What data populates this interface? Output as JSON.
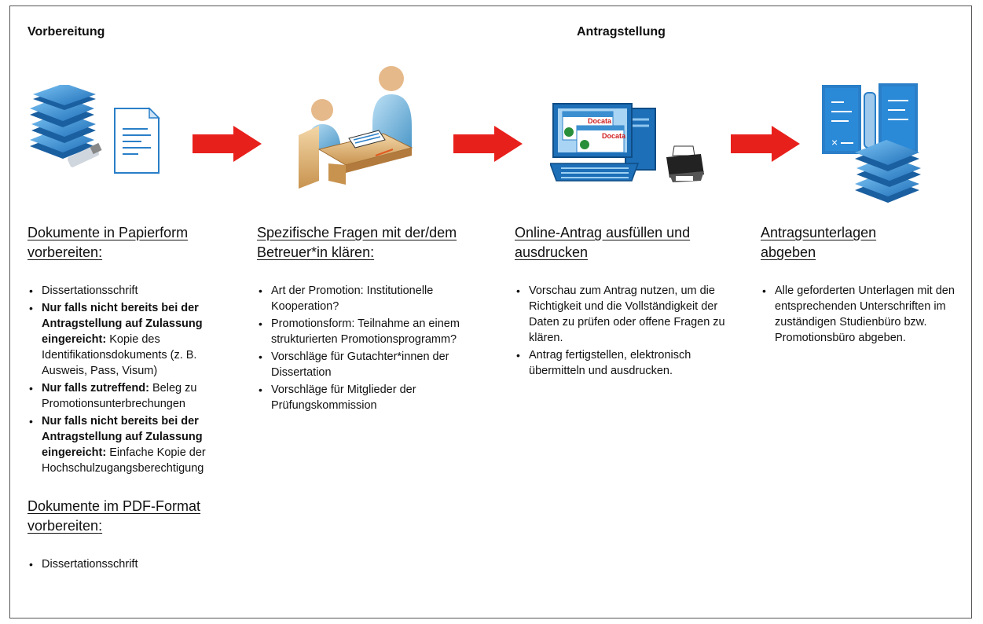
{
  "headings": {
    "left": "Vorbereitung",
    "center": "Antragstellung"
  },
  "steps": [
    {
      "title": "Dokumente in Papierform vorbereiten",
      "title_suffix": ":",
      "items": [
        {
          "bold": "",
          "text": "Dissertationsschrift"
        },
        {
          "bold": "Nur falls nicht bereits bei der Antragstellung auf Zulassung eingereicht:",
          "text": " Kopie des Identifikationsdokuments (z. B. Ausweis, Pass, Visum)"
        },
        {
          "bold": "Nur falls zutreffend:",
          "text": " Beleg zu Promotionsunterbrechungen"
        },
        {
          "bold": "Nur falls nicht bereits bei der Antragstellung auf Zulassung eingereicht:",
          "text": " Einfache Kopie der Hochschulzugangsberechtigung"
        }
      ],
      "second_title": "Dokumente im PDF-Format vorbereiten",
      "second_title_suffix": ":",
      "second_items": [
        {
          "bold": "",
          "text": "Dissertationsschrift"
        }
      ]
    },
    {
      "title": "Spezifische Fragen mit der/dem Betreuer*in klären",
      "title_suffix": ":",
      "items": [
        {
          "bold": "",
          "text": "Art der Promotion: Institutionelle Kooperation?"
        },
        {
          "bold": "",
          "text": "Promotionsform: Teilnahme an einem strukturierten Promotionsprogramm?"
        },
        {
          "bold": "",
          "text": "Vorschläge für Gutachter*innen der Dissertation"
        },
        {
          "bold": "",
          "text": "Vorschläge für Mitglieder der Prüfungskommission"
        }
      ]
    },
    {
      "title": "Online-Antrag ausfüllen und ausdrucken",
      "title_suffix": "",
      "items": [
        {
          "bold": "",
          "text": "Vorschau zum Antrag nutzen, um die Richtigkeit und die Vollständigkeit der Daten zu prüfen oder offene Fragen zu klären."
        },
        {
          "bold": "",
          "text": "Antrag fertigstellen, elektronisch übermitteln und ausdrucken."
        }
      ]
    },
    {
      "title": "Antragsunterlagen abgeben",
      "title_suffix": "",
      "items": [
        {
          "bold": "",
          "text": "Alle geforderten Unterlagen mit den entsprechenden Unterschriften im zuständigen Studienbüro bzw. Promotionsbüro abgeben."
        }
      ]
    }
  ],
  "screen_labels": [
    "Docata",
    "Docata"
  ],
  "icons": [
    "books-document-usb-icon",
    "consultation-desk-icon",
    "computer-printer-icon",
    "documents-books-icon"
  ],
  "colors": {
    "arrow": "#e8201c",
    "book": "#2f8fd8",
    "person": "#6ab0d8"
  }
}
